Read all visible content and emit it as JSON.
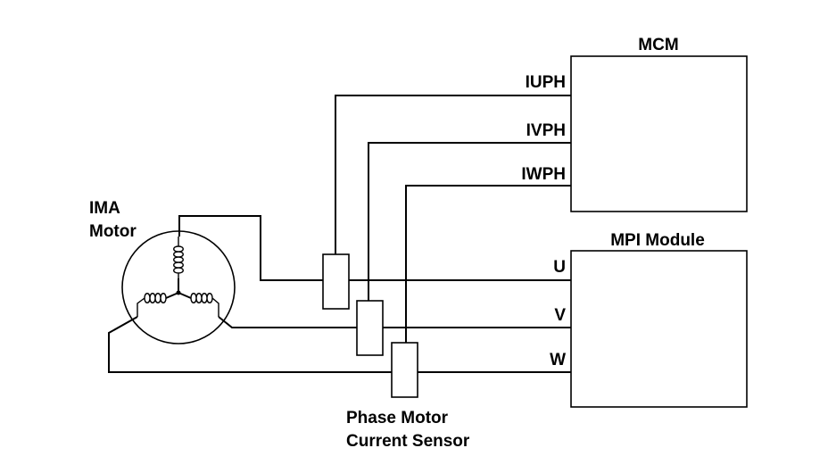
{
  "labels": {
    "mcm": "MCM",
    "mpi_module": "MPI Module",
    "ima_line1": "IMA",
    "ima_line2": "Motor",
    "sensor_line1": "Phase Motor",
    "sensor_line2": "Current Sensor"
  },
  "signals": {
    "iuph": "IUPH",
    "ivph": "IVPH",
    "iwph": "IWPH"
  },
  "phases": {
    "u": "U",
    "v": "V",
    "w": "W"
  },
  "colors": {
    "line": "#000000",
    "background": "#ffffff"
  }
}
